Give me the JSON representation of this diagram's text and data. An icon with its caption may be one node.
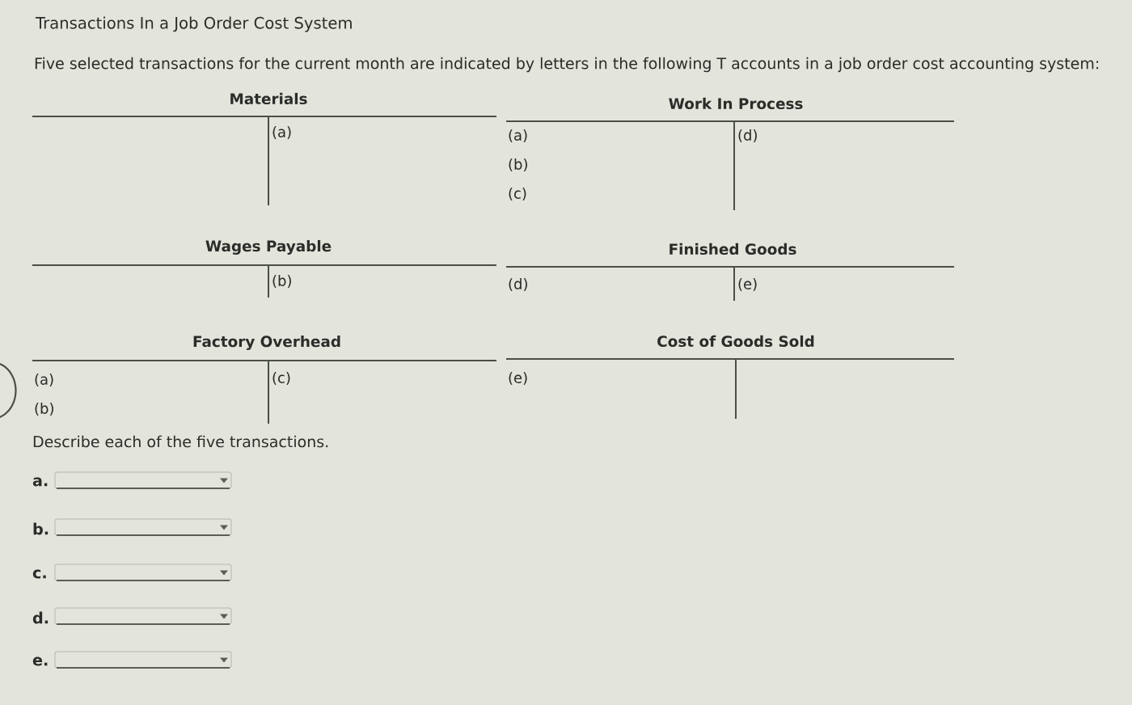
{
  "diagram": {
    "title": "Transactions In a Job Order Cost System",
    "nodes": [
      {
        "text": [
          "Materials",
          "(a)"
        ]
      },
      {
        "text": [
          "Work In Process",
          "(a)",
          "(b)",
          "(c)",
          "(d)"
        ]
      },
      {
        "text": [
          "Wages Payable",
          "(b)"
        ]
      },
      {
        "text": [
          "Finished Goods",
          "(d)",
          "(e)"
        ]
      },
      {
        "text": [
          "Factory Overhead",
          "(a)",
          "(b)",
          "(c)"
        ]
      },
      {
        "text": [
          "Cost of Goods Sold",
          "(e)"
        ]
      }
    ],
    "labels": [
      "Five selected transactions for the current month are indicated by letters in the following T accounts in a job order cost accounting system:",
      "Describe each of the five transactions.",
      "a.",
      "b.",
      "c.",
      "d.",
      "e."
    ]
  }
}
